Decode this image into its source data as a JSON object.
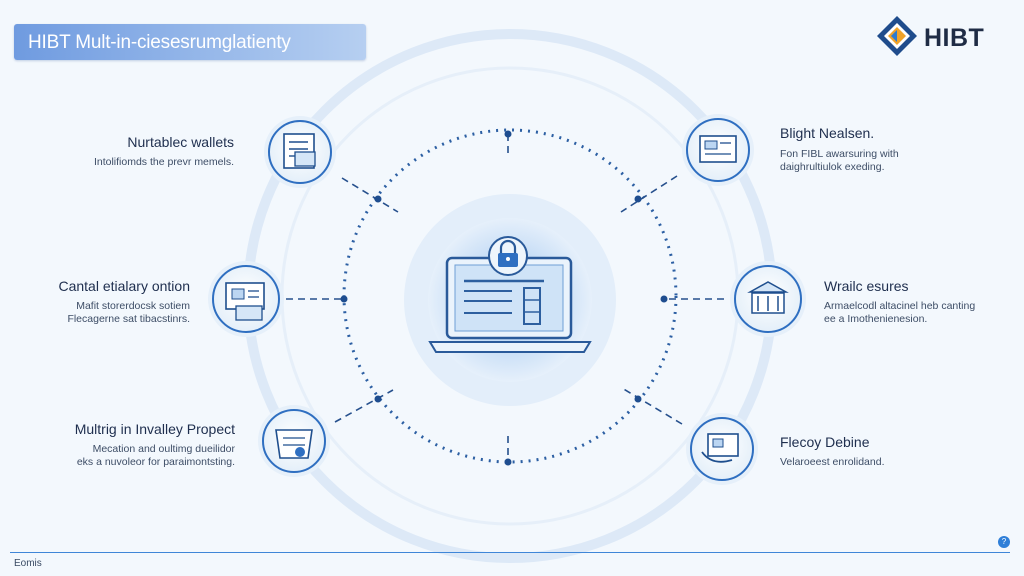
{
  "title": "HIBT Mult-in-ciesesrumglatienty",
  "logo": {
    "text": "HIBT"
  },
  "nodes": [
    {
      "id": "top-left",
      "title": "Nurtablec wallets",
      "desc": [
        "Intolifiomds the prevr memels."
      ]
    },
    {
      "id": "mid-left",
      "title": "Cantal etialary ontion",
      "desc": [
        "Mafit storerdocsk sotiem",
        "Flecagerne sat tibacstinrs."
      ]
    },
    {
      "id": "bottom-left",
      "title": "Multrig in Invalley Propect",
      "desc": [
        "Mecation and oultimg dueilidor",
        "eks a nuvoleor for paraimontsting."
      ]
    },
    {
      "id": "top-right",
      "title": "Blight Nealsen.",
      "desc": [
        "Fon FIBL awarsuring with",
        "daighrultiulok exeding."
      ]
    },
    {
      "id": "mid-right",
      "title": "Wrailc esures",
      "desc": [
        "Armaelcodl altacinel heb canting",
        "ee a Imothenienesion."
      ]
    },
    {
      "id": "bottom-right",
      "title": "Flecoy Debine",
      "desc": [
        "Velaroeest enrolidand."
      ]
    }
  ],
  "footer": {
    "text": "Eomis"
  },
  "colors": {
    "accent": "#2f6fc1",
    "dark": "#173a6e",
    "ring": "#cfe1f5",
    "bg": "#f3f8fd"
  },
  "icons": [
    "lock-icon",
    "laptop-icon",
    "document-icon",
    "wallet-icon",
    "bank-icon",
    "certificate-icon",
    "hand-icon",
    "card-icon"
  ]
}
